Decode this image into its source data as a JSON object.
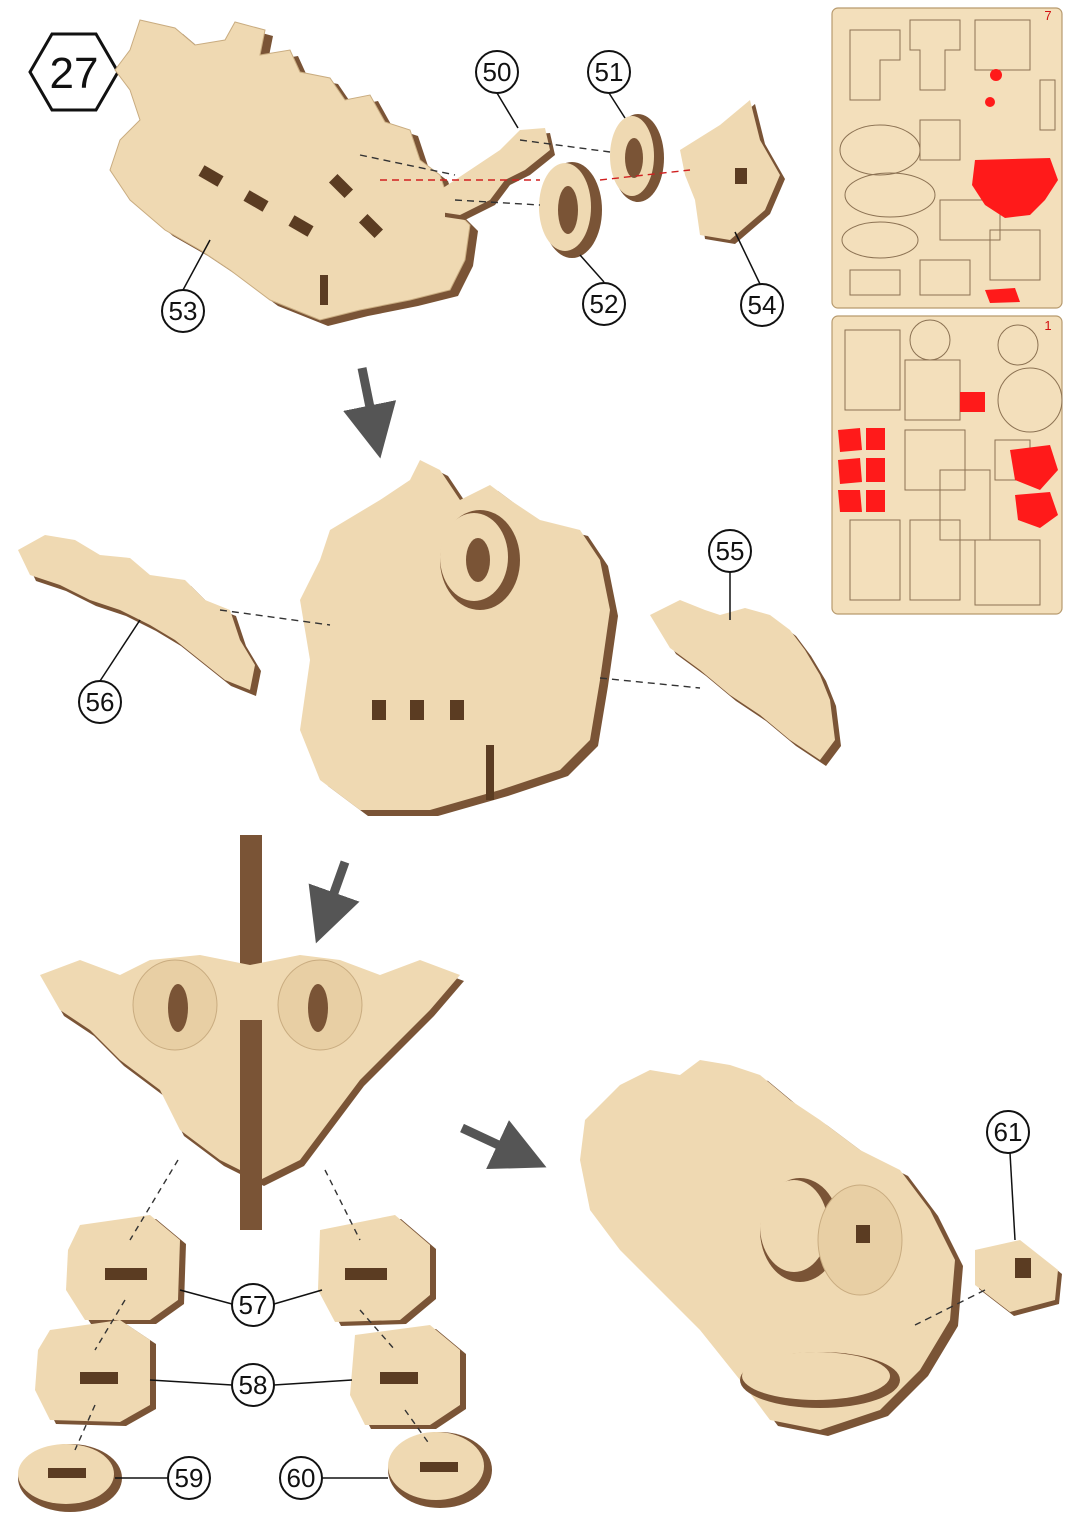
{
  "step_number": "27",
  "callouts": {
    "p50": "50",
    "p51": "51",
    "p52": "52",
    "p53": "53",
    "p54": "54",
    "p55": "55",
    "p56": "56",
    "p57": "57",
    "p58": "58",
    "p59": "59",
    "p60": "60",
    "p61": "61"
  },
  "sheets": {
    "top_number": "7",
    "bottom_number": "1"
  },
  "colors": {
    "wood_face": "#efd9b2",
    "wood_edge": "#7a5436",
    "highlight_red": "#ff1a1a",
    "sheet_bg": "#f3dfbb",
    "arrow": "#555555"
  }
}
